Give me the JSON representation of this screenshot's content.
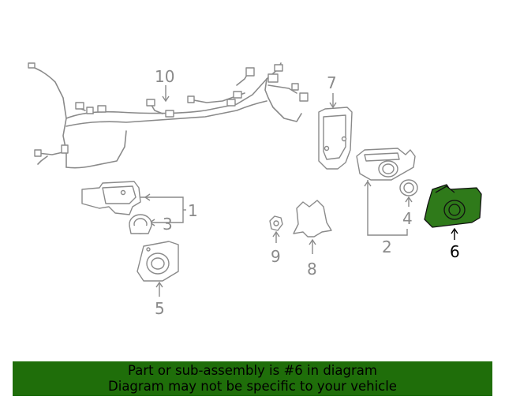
{
  "labels": {
    "p1": "1",
    "p2": "2",
    "p3": "3",
    "p4": "4",
    "p5": "5",
    "p6": "6",
    "p7": "7",
    "p8": "8",
    "p9": "9",
    "p10": "10"
  },
  "highlight_part": "6",
  "colors": {
    "highlight_fill": "#2f7a1a",
    "banner_bg": "#1f6e0a",
    "line_gray": "#8a8a8a"
  },
  "banner": {
    "line1": "Part or sub-assembly is #6 in diagram",
    "line2": "Diagram may not be specific to your vehicle"
  }
}
